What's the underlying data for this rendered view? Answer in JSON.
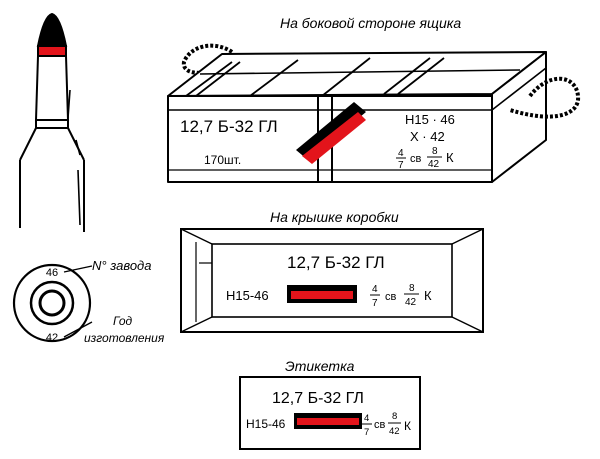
{
  "captions": {
    "box_side": "На боковой стороне ящика",
    "lid": "На крышке коробки",
    "label": "Этикетка",
    "factory_no": "N° завода",
    "year_line1": "Год",
    "year_line2": "изготовления"
  },
  "cartridge_base": {
    "top_number": "46",
    "bottom_number": "42"
  },
  "crate": {
    "caliber": "12,7 Б-32 ГЛ",
    "quantity": "170шт.",
    "lot_top": "Н15 · 46",
    "lot_mid": "Х · 42",
    "frac1_num": "4",
    "frac1_den": "7",
    "sv": "св",
    "frac2_num": "8",
    "frac2_den": "42",
    "k": "К"
  },
  "lid_box": {
    "caliber": "12,7 Б-32 ГЛ",
    "lot": "Н15-46",
    "frac1_num": "4",
    "frac1_den": "7",
    "sv": "св",
    "frac2_num": "8",
    "frac2_den": "42",
    "k": "К"
  },
  "label_box": {
    "caliber": "12,7 Б-32 ГЛ",
    "lot": "Н15-46",
    "frac1_num": "4",
    "frac1_den": "7",
    "sv": "св",
    "frac2_num": "8",
    "frac2_den": "42",
    "k": "К"
  },
  "colors": {
    "stripe_red": "#e3141b",
    "stripe_black": "#000000",
    "ink": "#000000"
  }
}
